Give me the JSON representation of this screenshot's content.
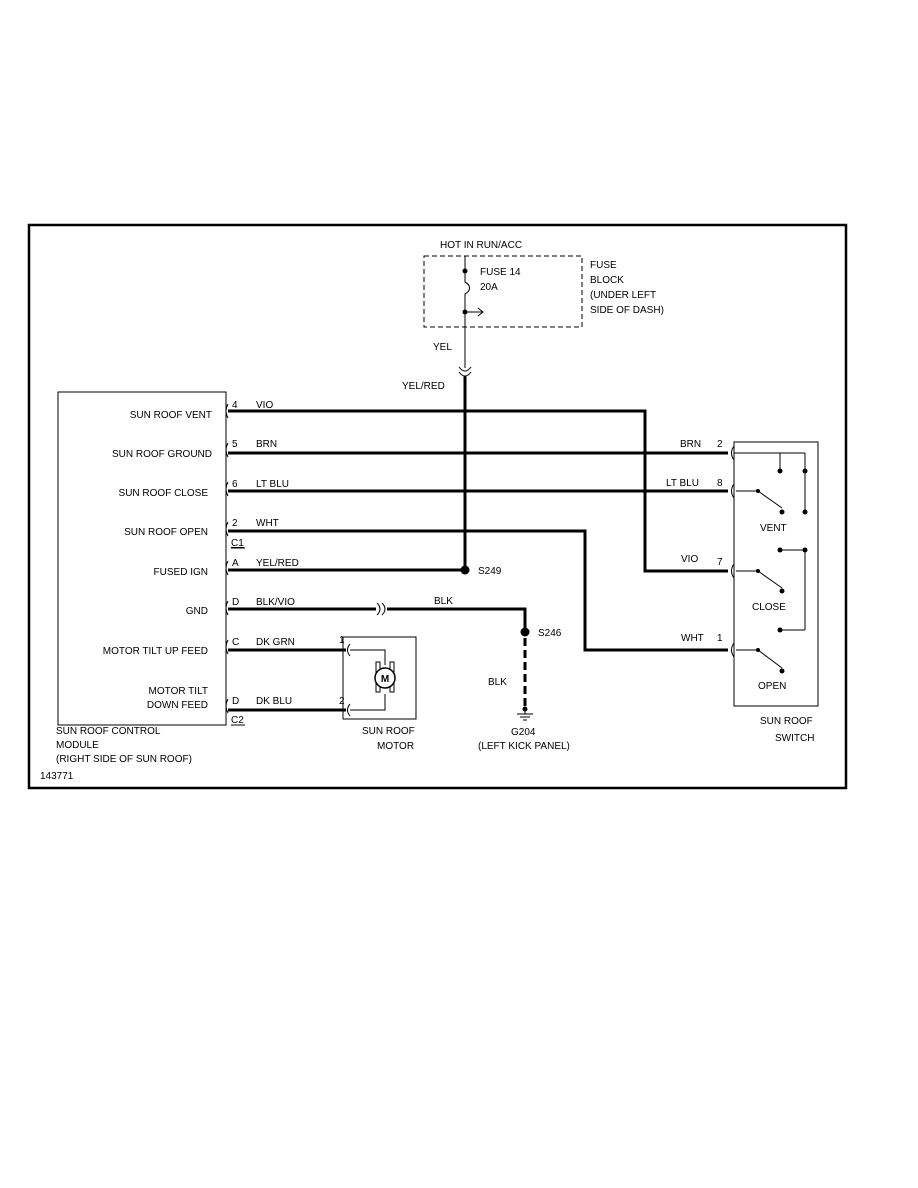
{
  "power": {
    "hot_label": "HOT IN RUN/ACC",
    "fuse_label": "FUSE 14",
    "fuse_rating": "20A",
    "fuse_block_1": "FUSE",
    "fuse_block_2": "BLOCK",
    "fuse_block_3": "(UNDER LEFT",
    "fuse_block_4": "SIDE OF DASH)",
    "wire_upper": "YEL",
    "wire_lower": "YEL/RED"
  },
  "module": {
    "pins": [
      {
        "label": "SUN ROOF VENT",
        "pin": "4",
        "wire": "VIO"
      },
      {
        "label": "SUN ROOF GROUND",
        "pin": "5",
        "wire": "BRN"
      },
      {
        "label": "SUN ROOF CLOSE",
        "pin": "6",
        "wire": "LT BLU"
      },
      {
        "label": "SUN ROOF OPEN",
        "pin": "2",
        "wire": "WHT"
      },
      {
        "label": "FUSED IGN",
        "pin": "A",
        "wire": "YEL/RED"
      },
      {
        "label": "GND",
        "pin": "D",
        "wire": "BLK/VIO"
      },
      {
        "label": "MOTOR TILT UP FEED",
        "pin": "C",
        "wire": "DK GRN"
      },
      {
        "label_1": "MOTOR TILT",
        "label_2": "DOWN FEED",
        "pin": "D",
        "wire": "DK BLU"
      }
    ],
    "connector_c1": "C1",
    "connector_c2": "C2",
    "name_1": "SUN ROOF CONTROL",
    "name_2": "MODULE",
    "name_3": "(RIGHT SIDE OF SUN ROOF)"
  },
  "splices": {
    "s249": "S249",
    "s246": "S246",
    "blk_top": "BLK",
    "blk_lower": "BLK"
  },
  "ground": {
    "name": "G204",
    "location": "(LEFT KICK PANEL)"
  },
  "motor": {
    "symbol": "M",
    "pin_1": "1",
    "pin_2": "2",
    "name_1": "SUN ROOF",
    "name_2": "MOTOR"
  },
  "switch": {
    "pins": [
      {
        "wire": "BRN",
        "pin": "2"
      },
      {
        "wire": "LT BLU",
        "pin": "8"
      },
      {
        "wire": "VIO",
        "pin": "7"
      },
      {
        "wire": "WHT",
        "pin": "1"
      }
    ],
    "pos_vent": "VENT",
    "pos_close": "CLOSE",
    "pos_open": "OPEN",
    "name_1": "SUN ROOF",
    "name_2": "SWITCH"
  },
  "figure_id": "143771"
}
